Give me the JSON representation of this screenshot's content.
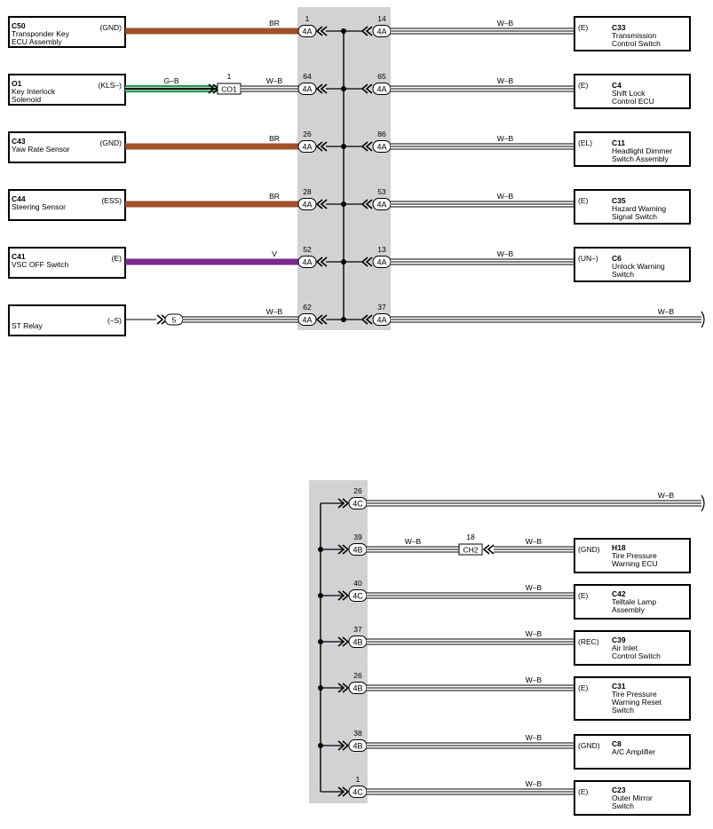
{
  "colors": {
    "junction_fill": "#d2d2d4",
    "BR": "#a0502a",
    "V": "#7a2a8e",
    "G": "#1e9e50"
  },
  "top_rows": [
    {
      "comp_code": "C50",
      "comp_name_lines": [
        "Transponder Key",
        "ECU Assembly"
      ],
      "left_pin": "(GND)",
      "wire_left": "BR",
      "left_pin_no": "1",
      "right_pin_no": "14",
      "jc": "4A",
      "wire_right": "W–B",
      "right_pin": "(E)",
      "right_code": "C33",
      "right_name_lines": [
        "Transmission",
        "Control Switch"
      ]
    },
    {
      "comp_code": "O1",
      "comp_name_lines": [
        "Key Interlock",
        "Solenoid"
      ],
      "left_pin": "(KLS–)",
      "wire_pre": "G–B",
      "conn_label": "CO1",
      "conn_pin": "1",
      "wire_left": "W–B",
      "left_pin_no": "64",
      "right_pin_no": "65",
      "jc": "4A",
      "wire_right": "W–B",
      "right_pin": "(E)",
      "right_code": "C4",
      "right_name_lines": [
        "Shift Lock",
        "Control ECU"
      ]
    },
    {
      "comp_code": "C43",
      "comp_name_lines": [
        "Yaw Rate Sensor"
      ],
      "left_pin": "(GND)",
      "wire_left": "BR",
      "left_pin_no": "26",
      "right_pin_no": "86",
      "jc": "4A",
      "wire_right": "W–B",
      "right_pin": "(EL)",
      "right_code": "C11",
      "right_name_lines": [
        "Headlight Dimmer",
        "Switch Assembly"
      ]
    },
    {
      "comp_code": "C44",
      "comp_name_lines": [
        "Steering Sensor"
      ],
      "left_pin": "(ESS)",
      "wire_left": "BR",
      "left_pin_no": "28",
      "right_pin_no": "53",
      "jc": "4A",
      "wire_right": "W–B",
      "right_pin": "(E)",
      "right_code": "C35",
      "right_name_lines": [
        "Hazard Warning",
        "Signal Switch"
      ]
    },
    {
      "comp_code": "C41",
      "comp_name_lines": [
        "VSC OFF Switch"
      ],
      "left_pin": "(E)",
      "wire_left": "V",
      "left_pin_no": "52",
      "right_pin_no": "13",
      "jc": "4A",
      "wire_right": "W–B",
      "right_pin": "(UN–)",
      "right_code": "C6",
      "right_name_lines": [
        "Unlock Warning",
        "Switch"
      ]
    },
    {
      "comp_code": "",
      "comp_name_lines": [
        "ST Relay"
      ],
      "left_pin": "(–S)",
      "conn_oval": "5",
      "wire_left": "W–B",
      "left_pin_no": "62",
      "right_pin_no": "37",
      "jc": "4A",
      "wire_right": "W–B"
    }
  ],
  "bottom_rows": [
    {
      "pin_no": "26",
      "jc": "4C",
      "wire": "W–B"
    },
    {
      "pin_no": "39",
      "jc": "4B",
      "wire": "W–B",
      "conn_label": "CH2",
      "conn_pin": "18",
      "wire2": "W–B",
      "right_pin": "(GND)",
      "right_code": "H18",
      "right_name_lines": [
        "Tire Pressure",
        "Warning ECU"
      ]
    },
    {
      "pin_no": "40",
      "jc": "4C",
      "wire": "W–B",
      "right_pin": "(E)",
      "right_code": "C42",
      "right_name_lines": [
        "Telltale Lamp",
        "Assembly"
      ]
    },
    {
      "pin_no": "37",
      "jc": "4B",
      "wire": "W–B",
      "right_pin": "(REC)",
      "right_code": "C39",
      "right_name_lines": [
        "Air Inlet",
        "Control Switch"
      ]
    },
    {
      "pin_no": "26",
      "jc": "4B",
      "wire": "W–B",
      "right_pin": "(E)",
      "right_code": "C31",
      "right_name_lines": [
        "Tire Pressure",
        "Warning Reset",
        "Switch"
      ]
    },
    {
      "pin_no": "38",
      "jc": "4B",
      "wire": "W–B",
      "right_pin": "(GND)",
      "right_code": "C8",
      "right_name_lines": [
        "A/C Amplifier"
      ]
    },
    {
      "pin_no": "1",
      "jc": "4C",
      "wire": "W–B",
      "right_pin": "(E)",
      "right_code": "C23",
      "right_name_lines": [
        "Outer Mirror",
        "Switch"
      ]
    }
  ]
}
